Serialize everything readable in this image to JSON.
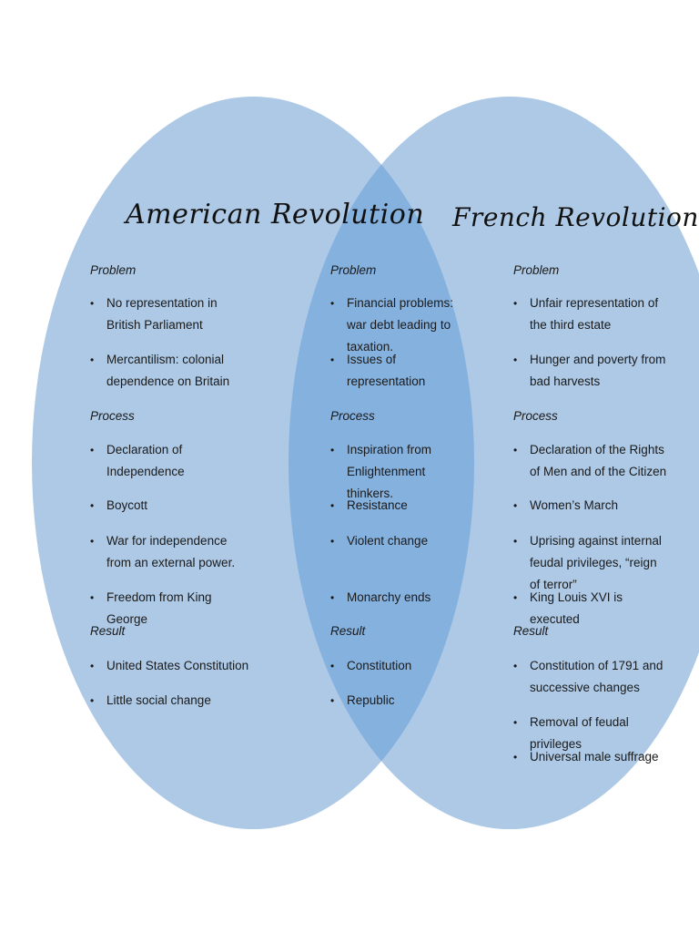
{
  "colors": {
    "circle_fill": "#adc9e6",
    "overlap_fill": "#85b1df",
    "text": "#1a1a1a"
  },
  "left": {
    "title": "American Revolution",
    "problem_heading": "Problem",
    "problem_items": [
      "No representation in British Parliament",
      "Mercantilism: colonial dependence on Britain"
    ],
    "process_heading": "Process",
    "process_items": [
      "Declaration of Independence",
      "Boycott",
      "War for independence from an external power.",
      "Freedom from King George"
    ],
    "result_heading": "Result",
    "result_items": [
      "United States Constitution",
      "Little social change"
    ]
  },
  "middle": {
    "problem_heading": "Problem",
    "problem_items": [
      "Financial problems: war debt leading to taxation.",
      "Issues of representation"
    ],
    "process_heading": "Process",
    "process_items": [
      "Inspiration from Enlightenment thinkers.",
      "Resistance",
      "Violent change",
      "Monarchy ends"
    ],
    "result_heading": "Result",
    "result_items": [
      "Constitution",
      "Republic"
    ]
  },
  "right": {
    "title": "French Revolution",
    "problem_heading": "Problem",
    "problem_items": [
      "Unfair representation of the third estate",
      "Hunger and poverty from bad harvests"
    ],
    "process_heading": "Process",
    "process_items": [
      "Declaration of the Rights of Men and of the Citizen",
      "Women’s March",
      "Uprising against internal feudal privileges, “reign of terror”",
      "King Louis XVI is executed"
    ],
    "result_heading": "Result",
    "result_items": [
      "Constitution of 1791 and successive changes",
      "Removal of feudal privileges",
      "Universal male suffrage"
    ]
  }
}
